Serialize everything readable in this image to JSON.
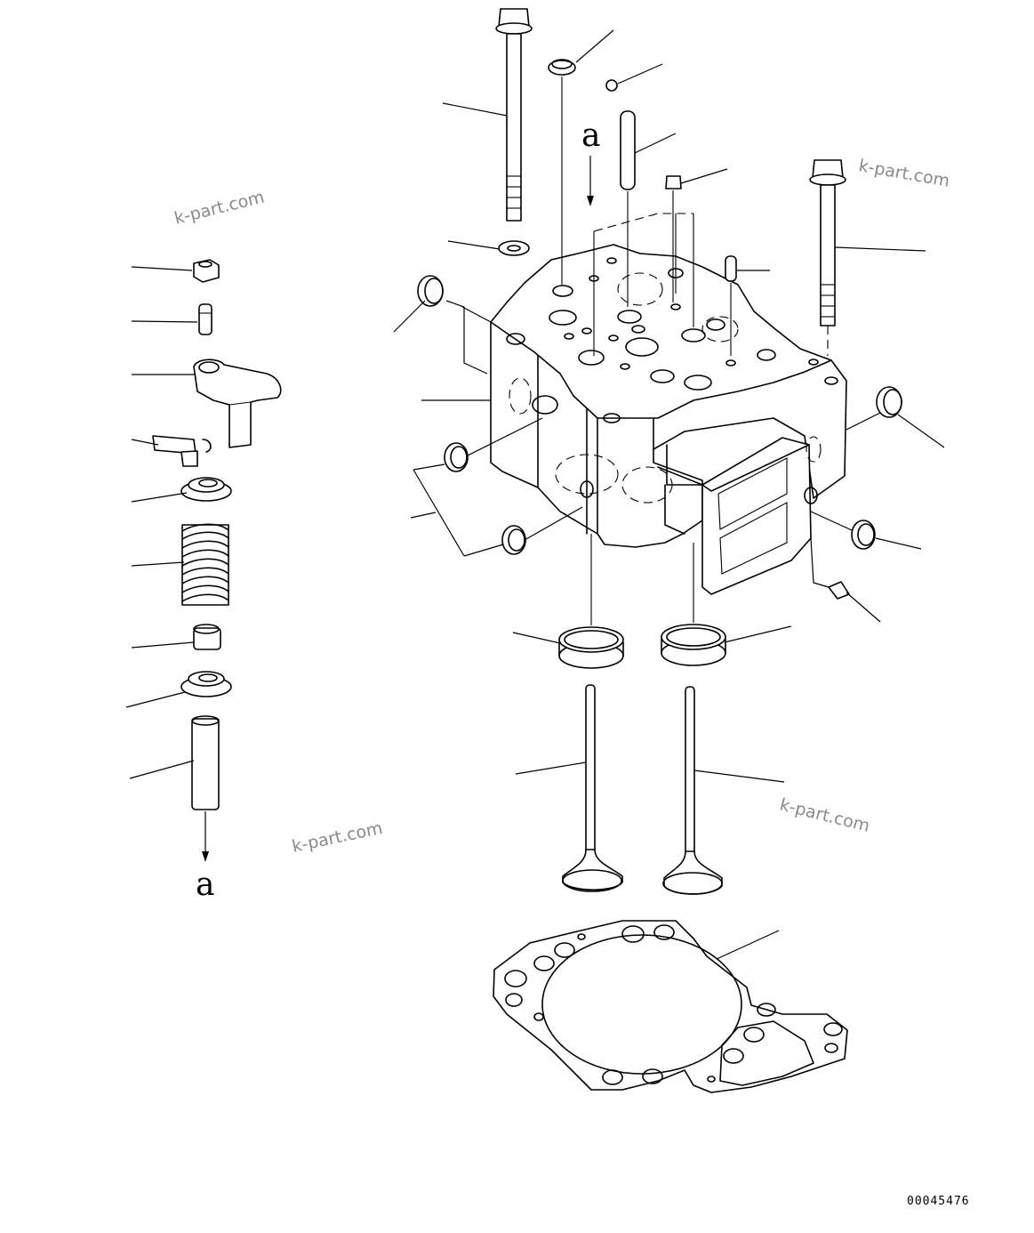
{
  "figure": {
    "view_marker": "a",
    "drawing_number": "00045476",
    "watermarks": [
      "k-part.com",
      "k-part.com",
      "k-part.com",
      "k-part.com"
    ]
  }
}
